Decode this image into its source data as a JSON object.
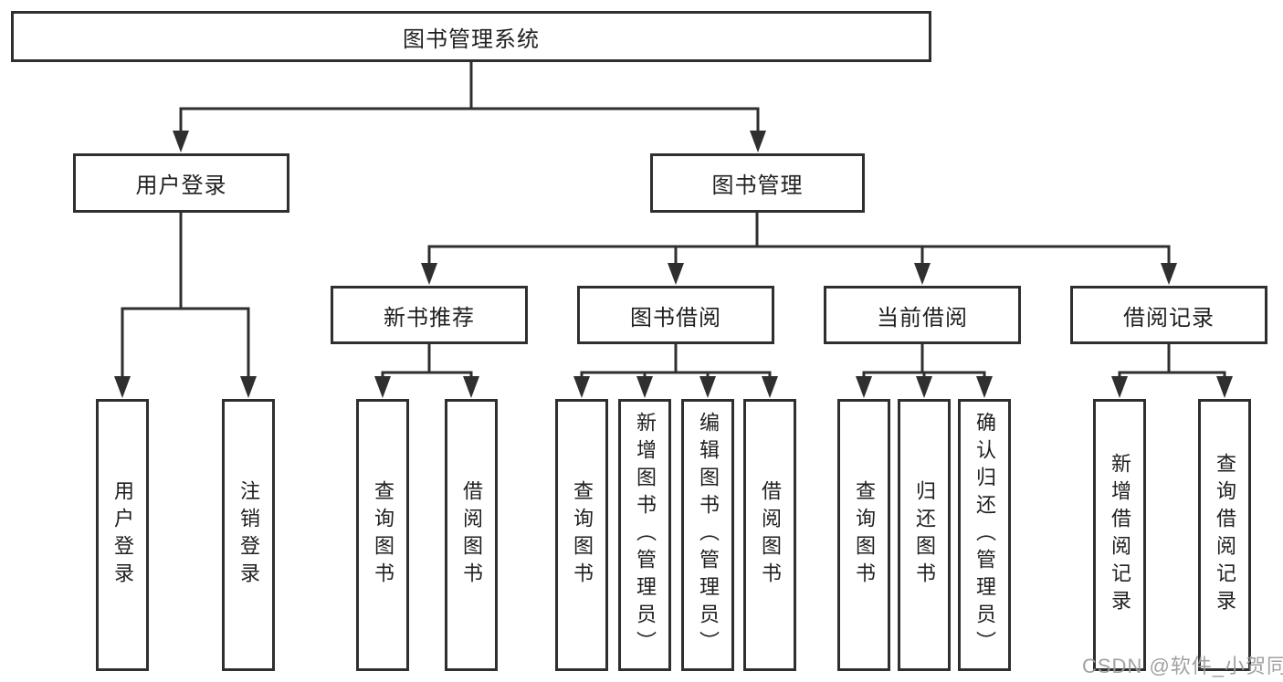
{
  "diagram": {
    "tree": {
      "label": "图书管理系统",
      "children": [
        {
          "label": "用户登录",
          "children": [
            {
              "label": "用户登录"
            },
            {
              "label": "注销登录"
            }
          ]
        },
        {
          "label": "图书管理",
          "children": [
            {
              "label": "新书推荐",
              "children": [
                {
                  "label": "查询图书"
                },
                {
                  "label": "借阅图书"
                }
              ]
            },
            {
              "label": "图书借阅",
              "children": [
                {
                  "label": "查询图书"
                },
                {
                  "label": "新增图书（管理员）"
                },
                {
                  "label": "编辑图书（管理员）"
                },
                {
                  "label": "借阅图书"
                }
              ]
            },
            {
              "label": "当前借阅",
              "children": [
                {
                  "label": "查询图书"
                },
                {
                  "label": "归还图书"
                },
                {
                  "label": "确认归还（管理员）"
                }
              ]
            },
            {
              "label": "借阅记录",
              "children": [
                {
                  "label": "新增借阅记录"
                },
                {
                  "label": "查询借阅记录"
                }
              ]
            }
          ]
        }
      ]
    },
    "colors": {
      "line": "#2f2f2f",
      "text": "#1f1f1f",
      "box_background": "#ffffff",
      "watermark": "#9c9c9c"
    }
  },
  "watermark": {
    "text": "CSDN @软件_小贺同学"
  }
}
